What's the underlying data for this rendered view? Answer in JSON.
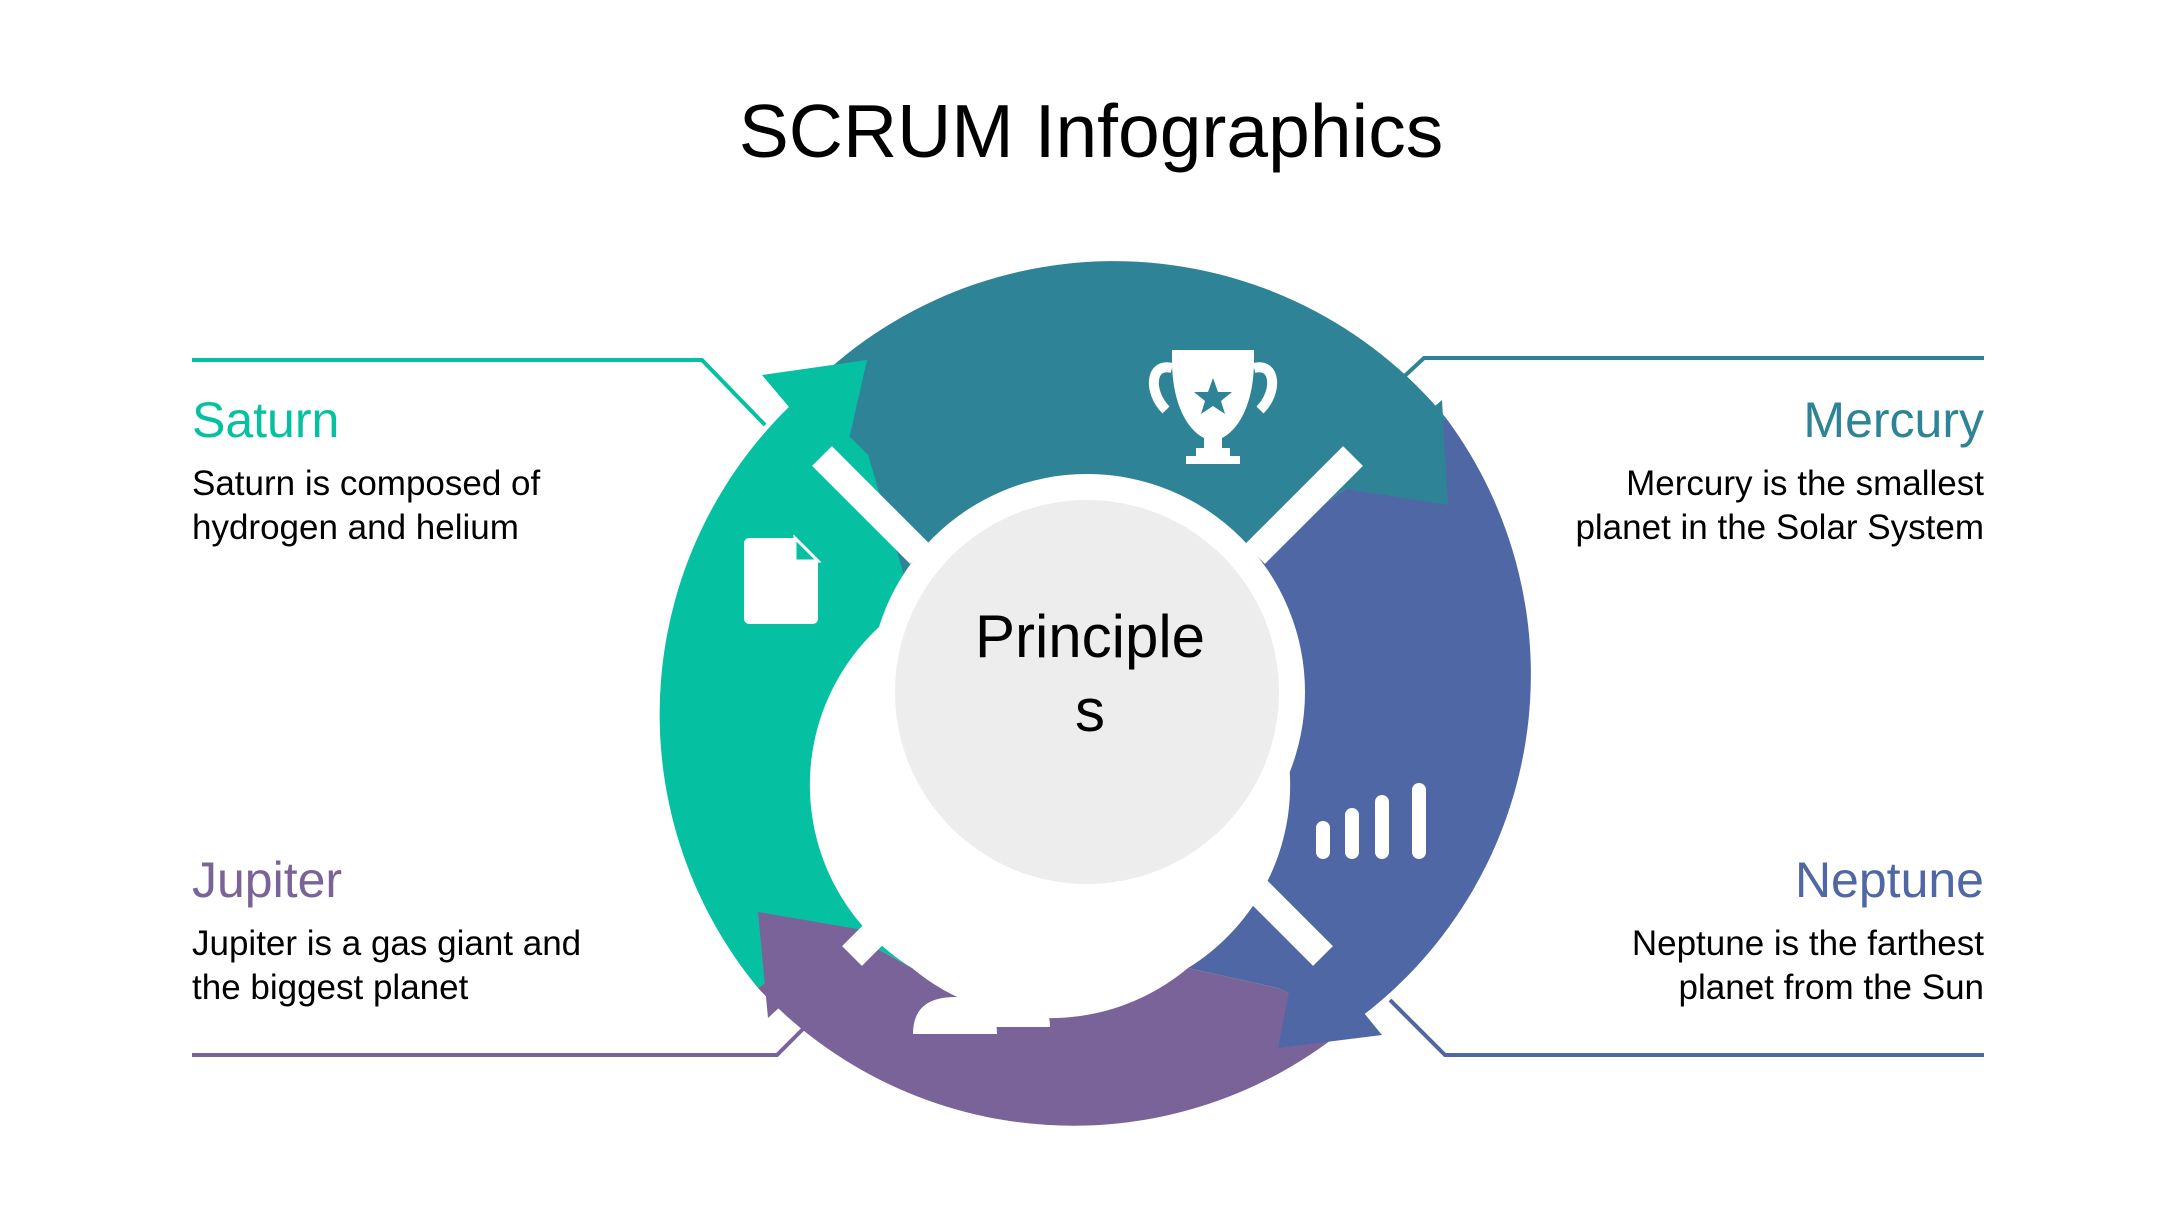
{
  "title": "SCRUM Infographics",
  "center": {
    "label": "Principle\ns"
  },
  "segments": [
    {
      "id": "saturn",
      "heading": "Saturn",
      "description": "Saturn is composed of\nhydrogen and helium",
      "color": "#05c1a2",
      "icon": "document-icon"
    },
    {
      "id": "mercury",
      "heading": "Mercury",
      "description": "Mercury is the smallest\nplanet in the Solar System",
      "color": "#2e8496",
      "icon": "trophy-icon"
    },
    {
      "id": "neptune",
      "heading": "Neptune",
      "description": "Neptune is the farthest\nplanet from the Sun",
      "color": "#4f67a4",
      "icon": "bar-chart-icon"
    },
    {
      "id": "jupiter",
      "heading": "Jupiter",
      "description": "Jupiter is a gas giant and\nthe biggest planet",
      "color": "#7a6398",
      "icon": "users-icon"
    }
  ],
  "colors": {
    "center_fill": "#ededed",
    "text": "#000000",
    "background": "#ffffff"
  }
}
